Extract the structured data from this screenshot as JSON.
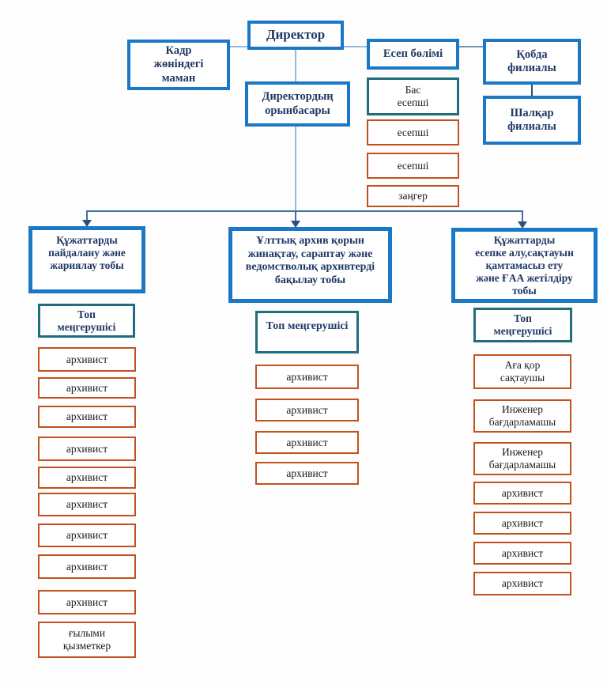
{
  "colors": {
    "blue": "#1b78c6",
    "teal": "#206e7b",
    "orange": "#c2521d",
    "heading-text": "#1f3864",
    "body-text": "#1b1b1b",
    "connector-light": "#95bade",
    "connector-mid": "#7494ad",
    "connector-rail": "#44709d",
    "connector-dark": "#2e5076"
  },
  "org": {
    "director": "Директор",
    "hr_specialist": "Кадр\nжөніндегі\nмаман",
    "deputy_director": "Директордың\nорынбасары",
    "accounting_dept": "Есеп бөлімі",
    "accounting_staff": [
      "Бас\nесепші",
      "есепші",
      "есепші",
      "заңгер"
    ],
    "qobda_branch": "Қобда\nфилиалы",
    "shalqar_branch": "Шалқар\nфилиалы",
    "groups": [
      {
        "title": "Құжаттарды\nпайдалану және\nжариялау тобы",
        "head": "Топ\nмеңгерушісі",
        "staff": [
          "архивист",
          "архивист",
          "архивист",
          "архивист",
          "архивист",
          "архивист",
          "архивист",
          "архивист",
          "архивист",
          "ғылыми\nқызметкер"
        ]
      },
      {
        "title": "Ұлттық архив қорын\nжинақтау, сараптау және\nведомстволық архивтерді\nбақылау тобы",
        "head": "Топ меңгерушісі",
        "staff": [
          "архивист",
          "архивист",
          "архивист",
          "архивист"
        ]
      },
      {
        "title": "Құжаттарды\nесепке алу,сақтауын\nқамтамасыз ету\nжәне ҒАА жетілдіру\nтобы",
        "head": "Топ\nмеңгерушісі",
        "staff": [
          "Аға қор\nсақтаушы",
          "Инженер\nбағдарламашы",
          "Инженер\nбағдарламашы",
          "архивист",
          "архивист",
          "архивист",
          "архивист"
        ]
      }
    ]
  }
}
